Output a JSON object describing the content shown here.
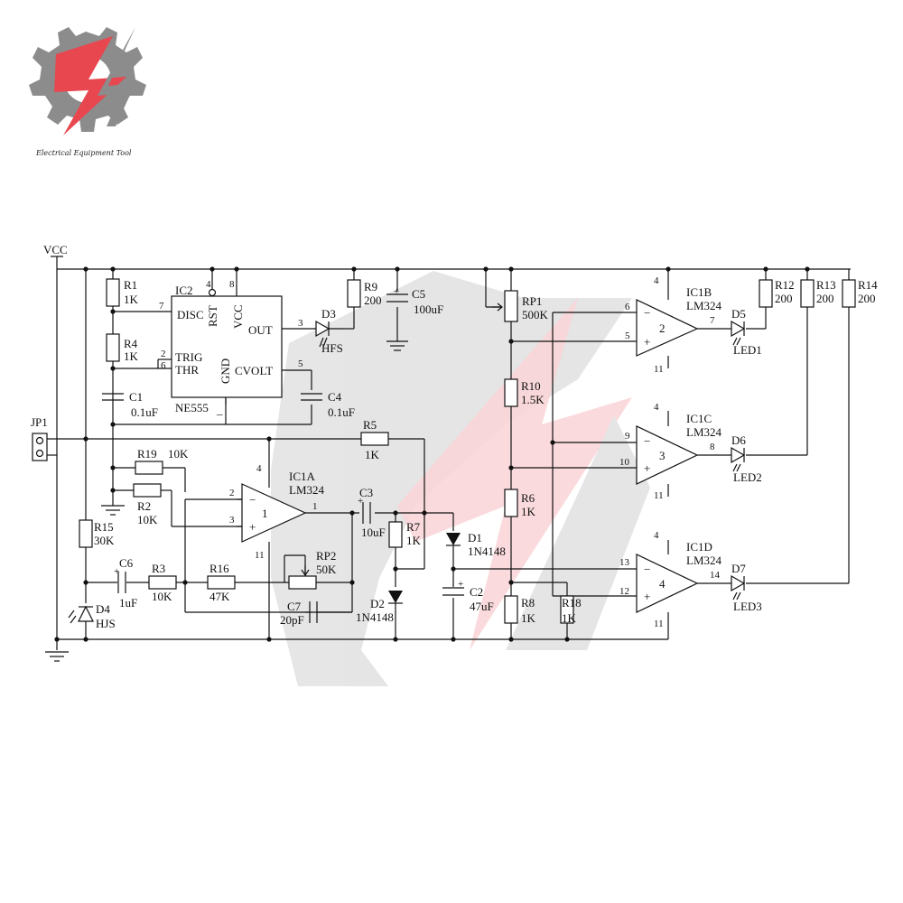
{
  "brand": {
    "logo_icon": "gear-bolt-logo-icon",
    "name": "Electrical Equipment Tool",
    "colors": {
      "gray": "#8c8c8c",
      "red": "#e8474f"
    }
  },
  "supply": {
    "vcc": "VCC"
  },
  "jumper": {
    "name": "JP1"
  },
  "resistors": [
    {
      "id": "R1",
      "value": "1K"
    },
    {
      "id": "R4",
      "value": "1K"
    },
    {
      "id": "R9",
      "value": "200"
    },
    {
      "id": "R19",
      "value": "10K"
    },
    {
      "id": "R2",
      "value": "10K"
    },
    {
      "id": "R15",
      "value": "30K"
    },
    {
      "id": "R3",
      "value": "10K"
    },
    {
      "id": "R16",
      "value": "47K"
    },
    {
      "id": "R5",
      "value": "1K"
    },
    {
      "id": "R7",
      "value": "1K"
    },
    {
      "id": "R10",
      "value": "1.5K"
    },
    {
      "id": "R6",
      "value": "1K"
    },
    {
      "id": "R8",
      "value": "1K"
    },
    {
      "id": "R18",
      "value": "1K"
    },
    {
      "id": "R12",
      "value": "200"
    },
    {
      "id": "R13",
      "value": "200"
    },
    {
      "id": "R14",
      "value": "200"
    }
  ],
  "pots": [
    {
      "id": "RP1",
      "value": "500K"
    },
    {
      "id": "RP2",
      "value": "50K"
    }
  ],
  "capacitors": [
    {
      "id": "C1",
      "value": "0.1uF"
    },
    {
      "id": "C4",
      "value": "0.1uF"
    },
    {
      "id": "C5",
      "value": "100uF"
    },
    {
      "id": "C3",
      "value": "10uF"
    },
    {
      "id": "C6",
      "value": "1uF"
    },
    {
      "id": "C7",
      "value": "20pF"
    },
    {
      "id": "C2",
      "value": "47uF"
    }
  ],
  "diodes": [
    {
      "id": "D3",
      "value": "HFS"
    },
    {
      "id": "D4",
      "value": "HJS"
    },
    {
      "id": "D1",
      "value": "1N4148"
    },
    {
      "id": "D2",
      "value": "1N4148"
    }
  ],
  "leds": [
    {
      "id": "D5",
      "value": "LED1"
    },
    {
      "id": "D6",
      "value": "LED2"
    },
    {
      "id": "D7",
      "value": "LED3"
    }
  ],
  "ic555": {
    "ref": "IC2",
    "part": "NE555",
    "part_suffix": "_",
    "pins": {
      "disc": "DISC",
      "trig": "TRIG",
      "thr": "THR",
      "rst": "RST",
      "vcc": "VCC",
      "out": "OUT",
      "gnd": "GND",
      "cvolt": "CVOLT"
    },
    "pin_numbers": {
      "disc": "7",
      "trig": "2",
      "thr": "6",
      "rst": "4",
      "vcc": "8",
      "out": "3",
      "cvolt": "5"
    }
  },
  "opamps": [
    {
      "ref": "IC1A",
      "part": "LM324",
      "unit": "1",
      "inv_pin": "2",
      "noninv_pin": "3",
      "out_pin": "1",
      "vcc_pin": "4",
      "gnd_pin": "11"
    },
    {
      "ref": "IC1B",
      "part": "LM324",
      "unit": "2",
      "inv_pin": "6",
      "noninv_pin": "5",
      "out_pin": "7",
      "vcc_pin": "4",
      "gnd_pin": "11"
    },
    {
      "ref": "IC1C",
      "part": "LM324",
      "unit": "3",
      "inv_pin": "9",
      "noninv_pin": "10",
      "out_pin": "8",
      "vcc_pin": "4",
      "gnd_pin": "11"
    },
    {
      "ref": "IC1D",
      "part": "LM324",
      "unit": "4",
      "inv_pin": "13",
      "noninv_pin": "12",
      "out_pin": "14",
      "vcc_pin": "4",
      "gnd_pin": "11"
    }
  ],
  "signs": {
    "minus": "−",
    "plus": "+"
  }
}
